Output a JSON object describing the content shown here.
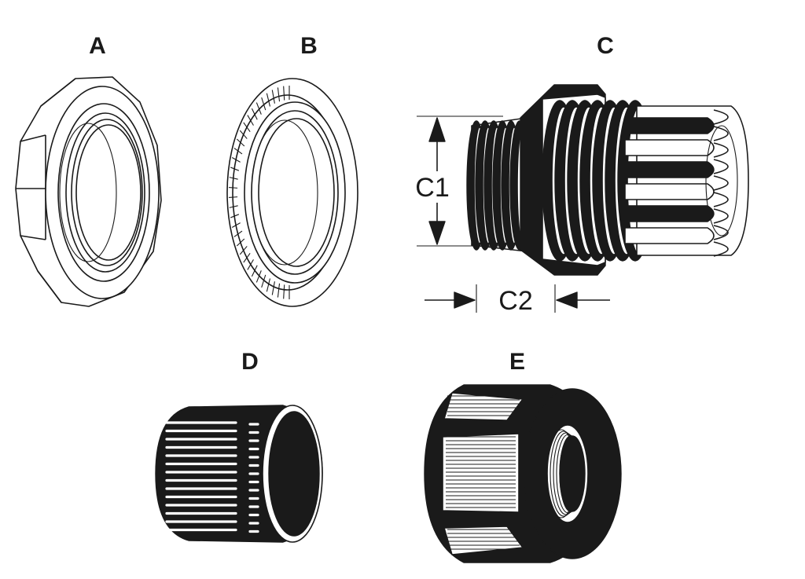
{
  "parts": [
    {
      "id": "A",
      "label": "A",
      "kind": "hex-locknut"
    },
    {
      "id": "B",
      "label": "B",
      "kind": "sealing-washer"
    },
    {
      "id": "C",
      "label": "C",
      "kind": "cable-gland-assembly"
    },
    {
      "id": "D",
      "label": "D",
      "kind": "knurled-insert"
    },
    {
      "id": "E",
      "label": "E",
      "kind": "dome-cap-nut"
    }
  ],
  "dimensions": {
    "c1": "C1",
    "c2": "C2"
  },
  "colors": {
    "ink": "#1a1a1a",
    "paper": "#ffffff"
  }
}
